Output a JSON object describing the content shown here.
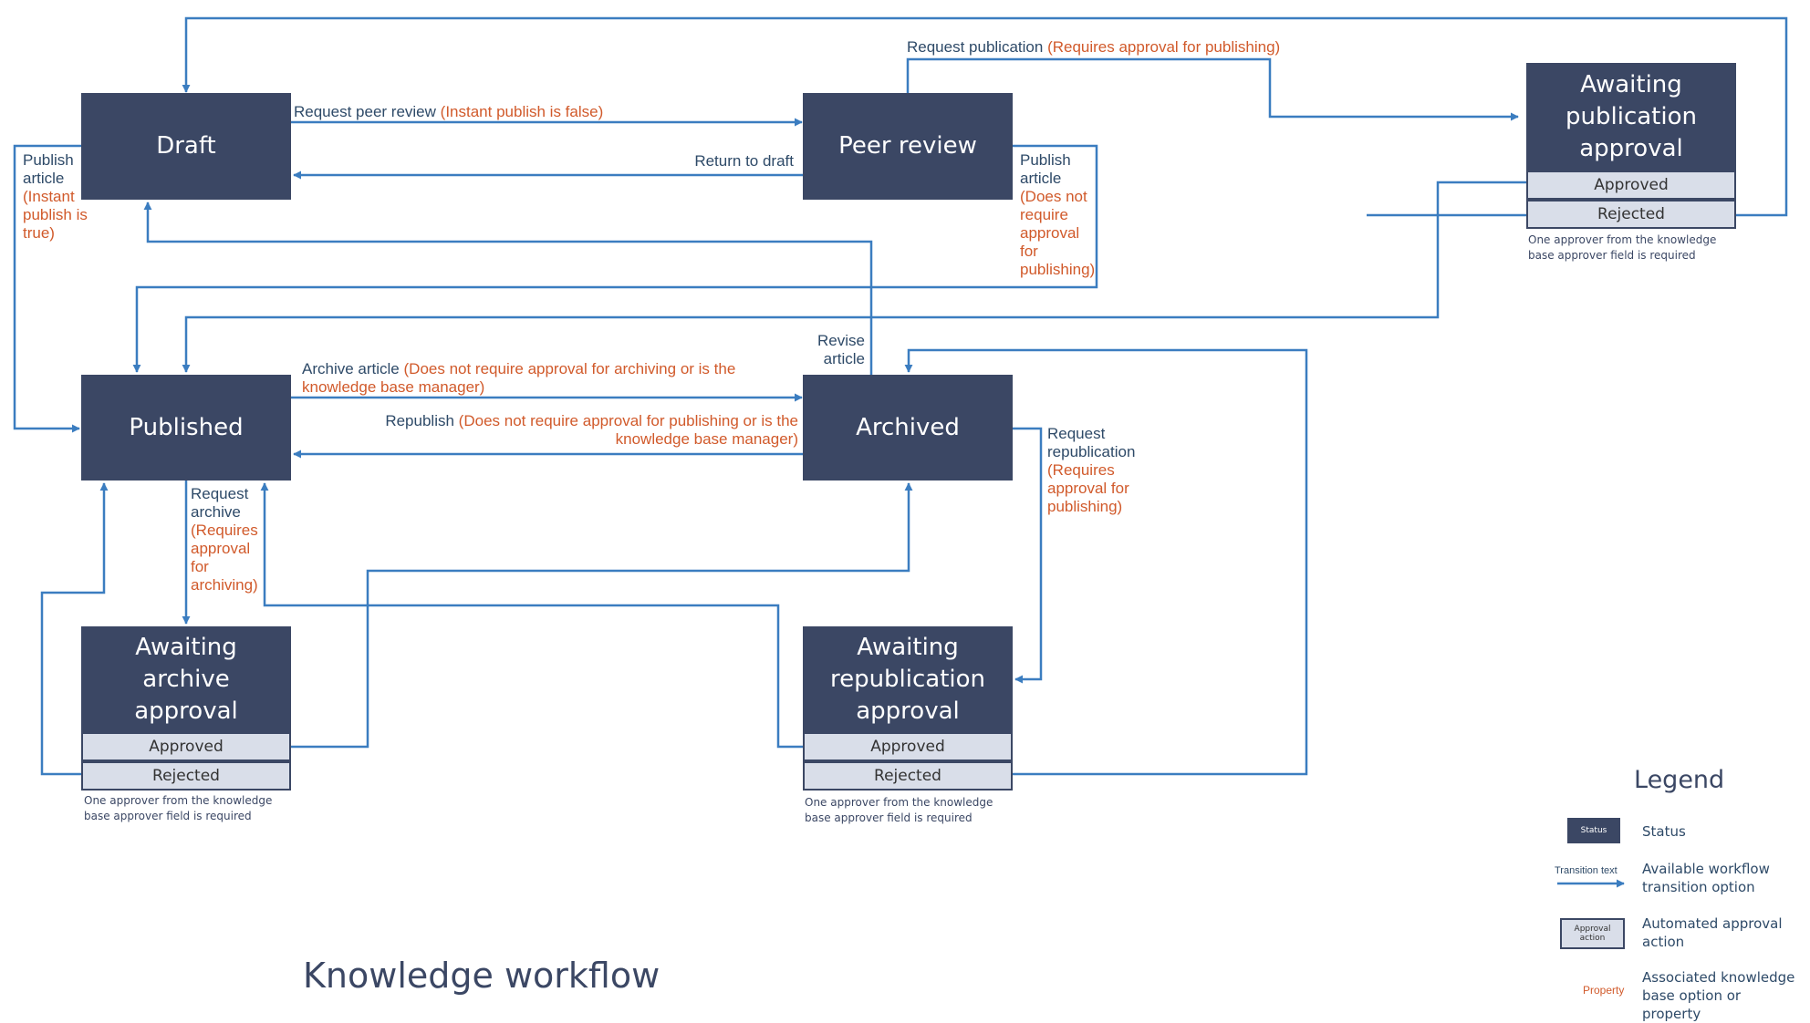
{
  "title": "Knowledge workflow",
  "colors": {
    "status": "#3b4764",
    "arrow": "#3b7dc0",
    "property": "#d15a2b",
    "action": "#d9dee9",
    "text": "#2e4a68"
  },
  "statuses": {
    "draft": "Draft",
    "peer_review": "Peer review",
    "published": "Published",
    "archived": "Archived",
    "awaiting_publication": "Awaiting publication approval",
    "awaiting_archive": "Awaiting archive approval",
    "awaiting_republication": "Awaiting republication approval"
  },
  "actions": {
    "approved": "Approved",
    "rejected": "Rejected"
  },
  "note": "One approver from the knowledge base approver field is required",
  "transitions": {
    "request_publication": {
      "text": "Request publication",
      "prop": "(Requires approval for publishing)"
    },
    "request_peer_review": {
      "text": "Request peer review",
      "prop": "(Instant publish is false)"
    },
    "return_to_draft": {
      "text": "Return to draft"
    },
    "publish_article_left": {
      "text": "Publish article",
      "prop": "(Instant publish is true)"
    },
    "publish_article_right": {
      "text": "Publish article",
      "prop": "(Does not require approval for publishing)"
    },
    "revise_article": {
      "text": "Revise article"
    },
    "archive_article": {
      "text": "Archive article",
      "prop": "(Does not require approval for archiving or is the knowledge base manager)"
    },
    "republish": {
      "text": "Republish",
      "prop": "(Does not require approval for publishing or is the knowledge base manager)"
    },
    "request_archive": {
      "text": "Request archive",
      "prop": "(Requires approval for archiving)"
    },
    "request_republication": {
      "text": "Request republication",
      "prop": "(Requires approval for publishing)"
    }
  },
  "legend": {
    "heading": "Legend",
    "status_sample": "Status",
    "status_desc": "Status",
    "transition_sample": "Transition text",
    "transition_desc": "Available workflow transition option",
    "action_sample": "Approval action",
    "action_desc": "Automated approval action",
    "property_sample": "Property",
    "property_desc": "Associated knowledge base option or property"
  }
}
